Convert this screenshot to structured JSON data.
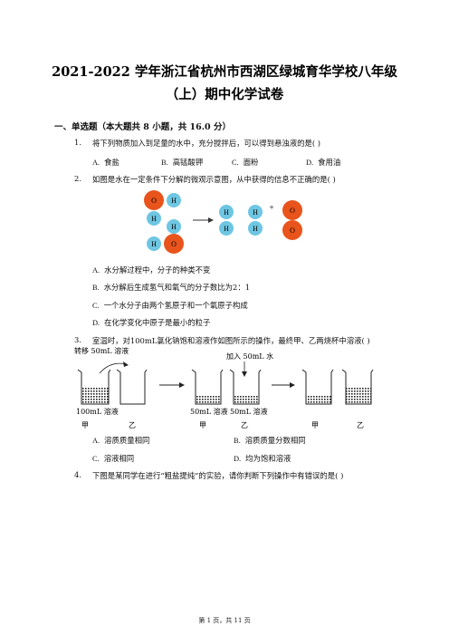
{
  "title": {
    "line1": "2021-2022 学年浙江省杭州市西湖区绿城育华学校八年级",
    "line2": "（上）期中化学试卷"
  },
  "section": {
    "heading": "一、单选题（本大题共 8 小题，共 16.0 分）"
  },
  "q1": {
    "num": "1.",
    "text": "将下列物质加入到足量的水中，充分搅拌后，可以得到悬浊液的是(    )",
    "options": [
      {
        "key": "A.",
        "text": "食盐"
      },
      {
        "key": "B.",
        "text": "高锰酸钾"
      },
      {
        "key": "C.",
        "text": "面粉"
      },
      {
        "key": "D.",
        "text": "食用油"
      }
    ]
  },
  "q2": {
    "num": "2.",
    "text": "如图是水在一定条件下分解的微观示意图，从中获得的信息不正确的是(    )",
    "diagram": {
      "o": "O",
      "h": "H",
      "plus": "+"
    },
    "options": [
      {
        "key": "A.",
        "text": "水分解过程中，分子的种类不变"
      },
      {
        "key": "B.",
        "text": "水分解后生成氢气和氧气的分子数比为2：1"
      },
      {
        "key": "C.",
        "text": "一个水分子由两个氢原子和一个氧原子构成"
      },
      {
        "key": "D.",
        "text": "在化学变化中原子是最小的粒子"
      }
    ]
  },
  "q3": {
    "num": "3.",
    "text": "室温时，对100mL氯化钠饱和溶液作如图所示的操作，最终甲、乙两烧杯中溶液(    )",
    "diagram": {
      "transfer": "转移 50mL 溶液",
      "add_water": "加入 50mL 水",
      "vol_100": "100mL 溶液",
      "vol_50a": "50mL 溶液",
      "vol_50b": "50mL 溶液",
      "jia": "甲",
      "yi": "乙"
    },
    "options": [
      {
        "key": "A.",
        "text": "溶质质量相同"
      },
      {
        "key": "B.",
        "text": "溶质质量分数相同"
      },
      {
        "key": "C.",
        "text": "溶液相同"
      },
      {
        "key": "D.",
        "text": "均为饱和溶液"
      }
    ]
  },
  "q4": {
    "num": "4.",
    "text": "下图是某同学在进行“粗盐提纯”的实验，请你判断下列操作中有错误的是(    )"
  },
  "footer": "第 1 页，共 11 页",
  "colors": {
    "oxygen": "#e8541c",
    "hydrogen": "#6ec6e2"
  }
}
